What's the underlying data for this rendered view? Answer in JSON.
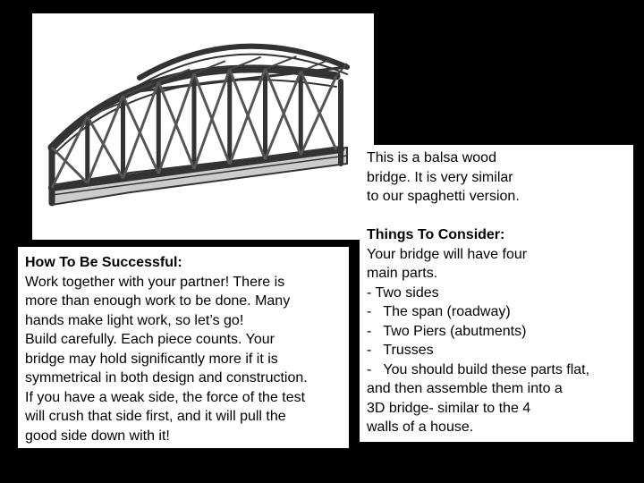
{
  "success_box": {
    "heading": "How To Be Successful:",
    "lines": [
      "Work together with your partner! There is",
      "more than enough work to be done. Many",
      "hands make light work, so let’s go!",
      "Build carefully. Each piece counts. Your",
      "bridge may hold significantly more if it is",
      "symmetrical in both design and construction.",
      "If you have a weak side, the force of the test",
      "will crush that side first, and it will pull the",
      "good side down with it!"
    ]
  },
  "consider_box": {
    "intro_lines": [
      "This is a balsa wood",
      "bridge. It is very similar",
      "to our spaghetti version."
    ],
    "heading": "Things To Consider:",
    "lines": [
      "Your bridge will have four",
      "main parts.",
      "- Two sides",
      "-   The span (roadway)",
      "-   Two Piers (abutments)",
      "-   Trusses",
      "-   You should build these parts flat,",
      "and then assemble them into a",
      "3D bridge- similar to the 4",
      "walls of a house."
    ]
  },
  "image": {
    "icon": "balsa-truss-bridge-illustration"
  }
}
